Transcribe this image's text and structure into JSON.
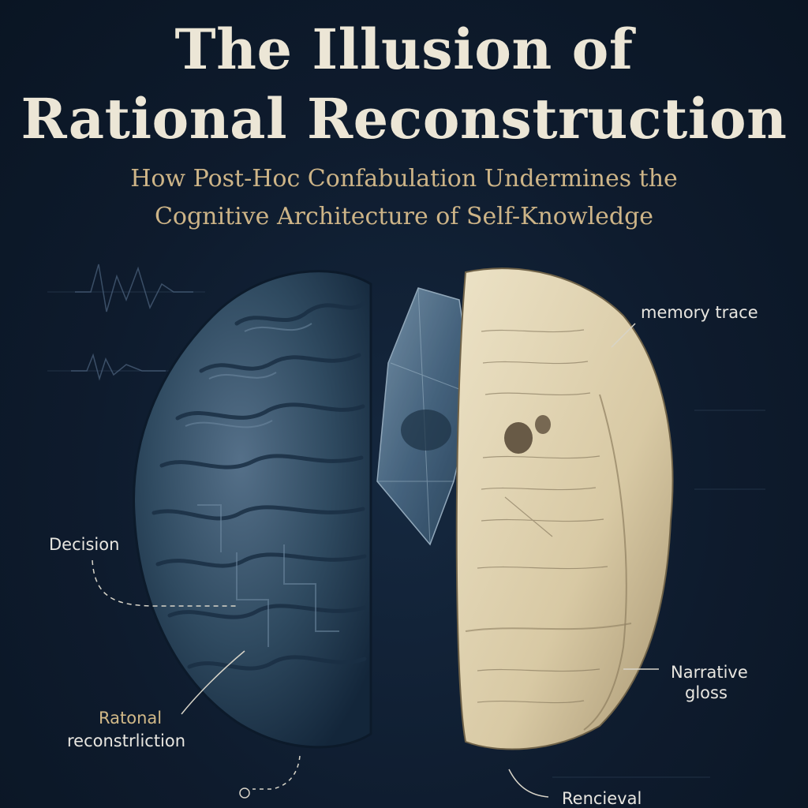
{
  "title": {
    "line1": "The Illusion of",
    "line2": "Rational Reconstruction"
  },
  "subtitle": {
    "line1": "How Post-Hoc Confabulation Undermines the",
    "line2": "Cognitive Architecture of Self-Knowledge"
  },
  "labels": {
    "memory_trace": "memory trace",
    "decision": "Decision",
    "narrative_gloss_line1": "Narrative",
    "narrative_gloss_line2": "gloss",
    "rational_line1": "Ratonal",
    "rational_line2": "reconstrliction",
    "retrieval": "Rencieval"
  },
  "colors": {
    "background": "#0f1d30",
    "title": "#ece6d6",
    "subtitle": "#cdb487",
    "brain": "#2f4a60",
    "parchment": "#e2d5b5"
  },
  "icons": {
    "waveform": "eeg-waveform-icon",
    "brain": "brain-hemisphere-illustration",
    "shard": "glass-shard-illustration",
    "parchment": "parchment-rock-illustration"
  }
}
